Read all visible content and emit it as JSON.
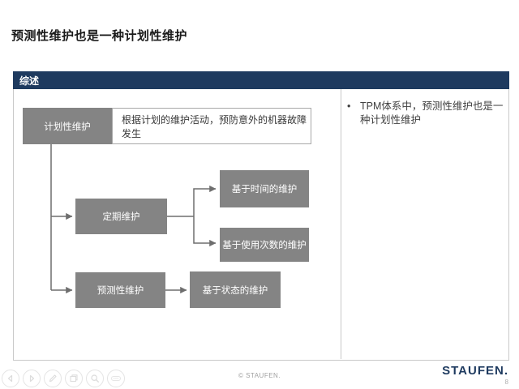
{
  "title": "预测性维护也是一种计划性维护",
  "section": {
    "label": "综述"
  },
  "diagram": {
    "root": "计划性维护",
    "root_note": "根据计划的维护活动，预防意外的机器故障发生",
    "periodic": "定期维护",
    "time_based": "基于时间的维护",
    "usage_based": "基于使用次数的维护",
    "predictive": "预测性维护",
    "condition_based": "基于状态的维护"
  },
  "right_panel": {
    "bullet": "•",
    "text": "TPM体系中，预测性维护也是一种计划性维护"
  },
  "footer": {
    "copyright": "© STAUFEN.",
    "logo": "STAUFEN.",
    "page_number": "8"
  },
  "toolbar": {
    "buttons": [
      "previous-slide",
      "next-slide",
      "pen",
      "copy-slide",
      "zoom",
      "more-tools"
    ]
  },
  "colors": {
    "navy": "#1e3a5f",
    "node_gray": "#848484",
    "line_gray": "#6e6e6e",
    "panel_border": "#c9c9c9"
  }
}
